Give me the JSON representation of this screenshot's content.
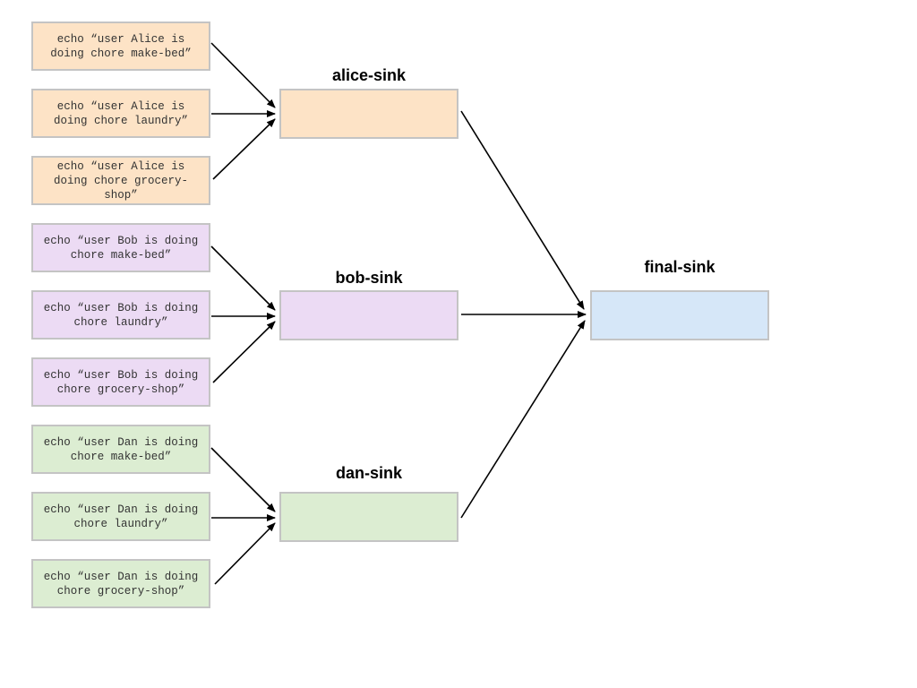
{
  "colors": {
    "alice_fill": "#fde3c6",
    "bob_fill": "#ecdbf4",
    "dan_fill": "#dcedd2",
    "final_fill": "#d6e7f8",
    "border": "#c4c4c4",
    "arrow": "#000000"
  },
  "sources": {
    "alice": [
      "echo “user Alice is doing chore make-bed”",
      "echo “user Alice is doing chore laundry”",
      "echo “user Alice is doing chore grocery-shop”"
    ],
    "bob": [
      "echo “user Bob is doing chore make-bed”",
      "echo “user Bob is doing chore laundry”",
      "echo “user Bob is doing chore grocery-shop”"
    ],
    "dan": [
      "echo “user Dan is doing chore make-bed”",
      "echo “user Dan is doing chore laundry”",
      "echo “user Dan is doing chore grocery-shop”"
    ]
  },
  "sinks": {
    "alice": "alice-sink",
    "bob": "bob-sink",
    "dan": "dan-sink",
    "final": "final-sink"
  }
}
